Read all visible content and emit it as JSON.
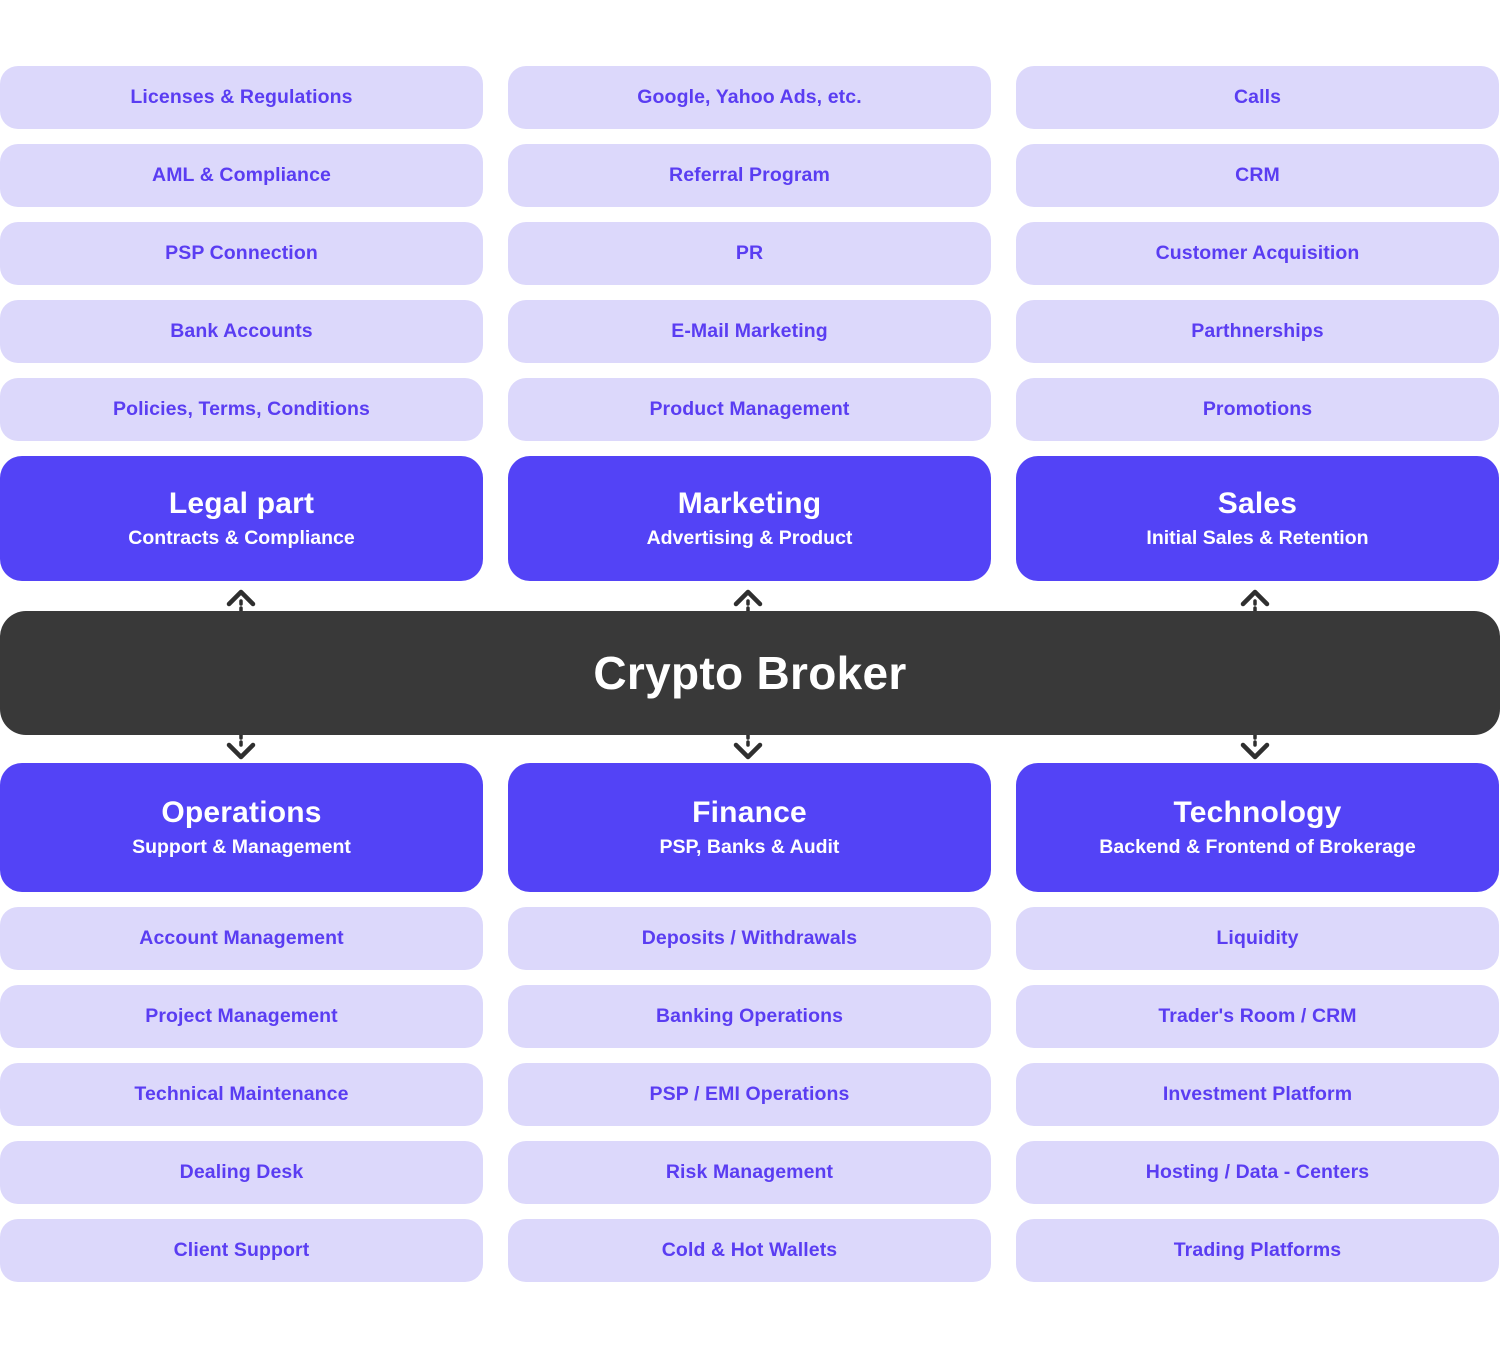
{
  "center": {
    "label": "Crypto Broker",
    "color": "#393939"
  },
  "theme": {
    "accent": "#5343f6",
    "sub_bg": "#dcd8fb",
    "sub_text": "#5a3df2",
    "page_bg": "#ffffff"
  },
  "top_columns": [
    {
      "items": [
        "Licenses & Regulations",
        "AML & Compliance",
        "PSP Connection",
        "Bank Accounts",
        "Policies, Terms, Conditions"
      ],
      "title": "Legal part",
      "subtitle": "Contracts & Compliance"
    },
    {
      "items": [
        "Google, Yahoo Ads, etc.",
        "Referral Program",
        "PR",
        "E-Mail Marketing",
        "Product Management"
      ],
      "title": "Marketing",
      "subtitle": "Advertising & Product"
    },
    {
      "items": [
        "Calls",
        "CRM",
        "Customer Acquisition",
        "Parthnerships",
        "Promotions"
      ],
      "title": "Sales",
      "subtitle": "Initial Sales & Retention"
    }
  ],
  "bottom_columns": [
    {
      "title": "Operations",
      "subtitle": "Support & Management",
      "items": [
        "Account Management",
        "Project Management",
        "Technical Maintenance",
        "Dealing Desk",
        "Client Support"
      ]
    },
    {
      "title": "Finance",
      "subtitle": "PSP, Banks & Audit",
      "items": [
        "Deposits / Withdrawals",
        "Banking Operations",
        "PSP / EMI Operations",
        "Risk Management",
        "Cold & Hot Wallets"
      ]
    },
    {
      "title": "Technology",
      "subtitle": "Backend & Frontend of Brokerage",
      "items": [
        "Liquidity",
        "Trader's Room / CRM",
        "Investment Platform",
        "Hosting / Data - Centers",
        "Trading Platforms"
      ]
    }
  ],
  "connectors": {
    "up_icon": "arrow-up-icon",
    "down_icon": "arrow-down-icon"
  }
}
